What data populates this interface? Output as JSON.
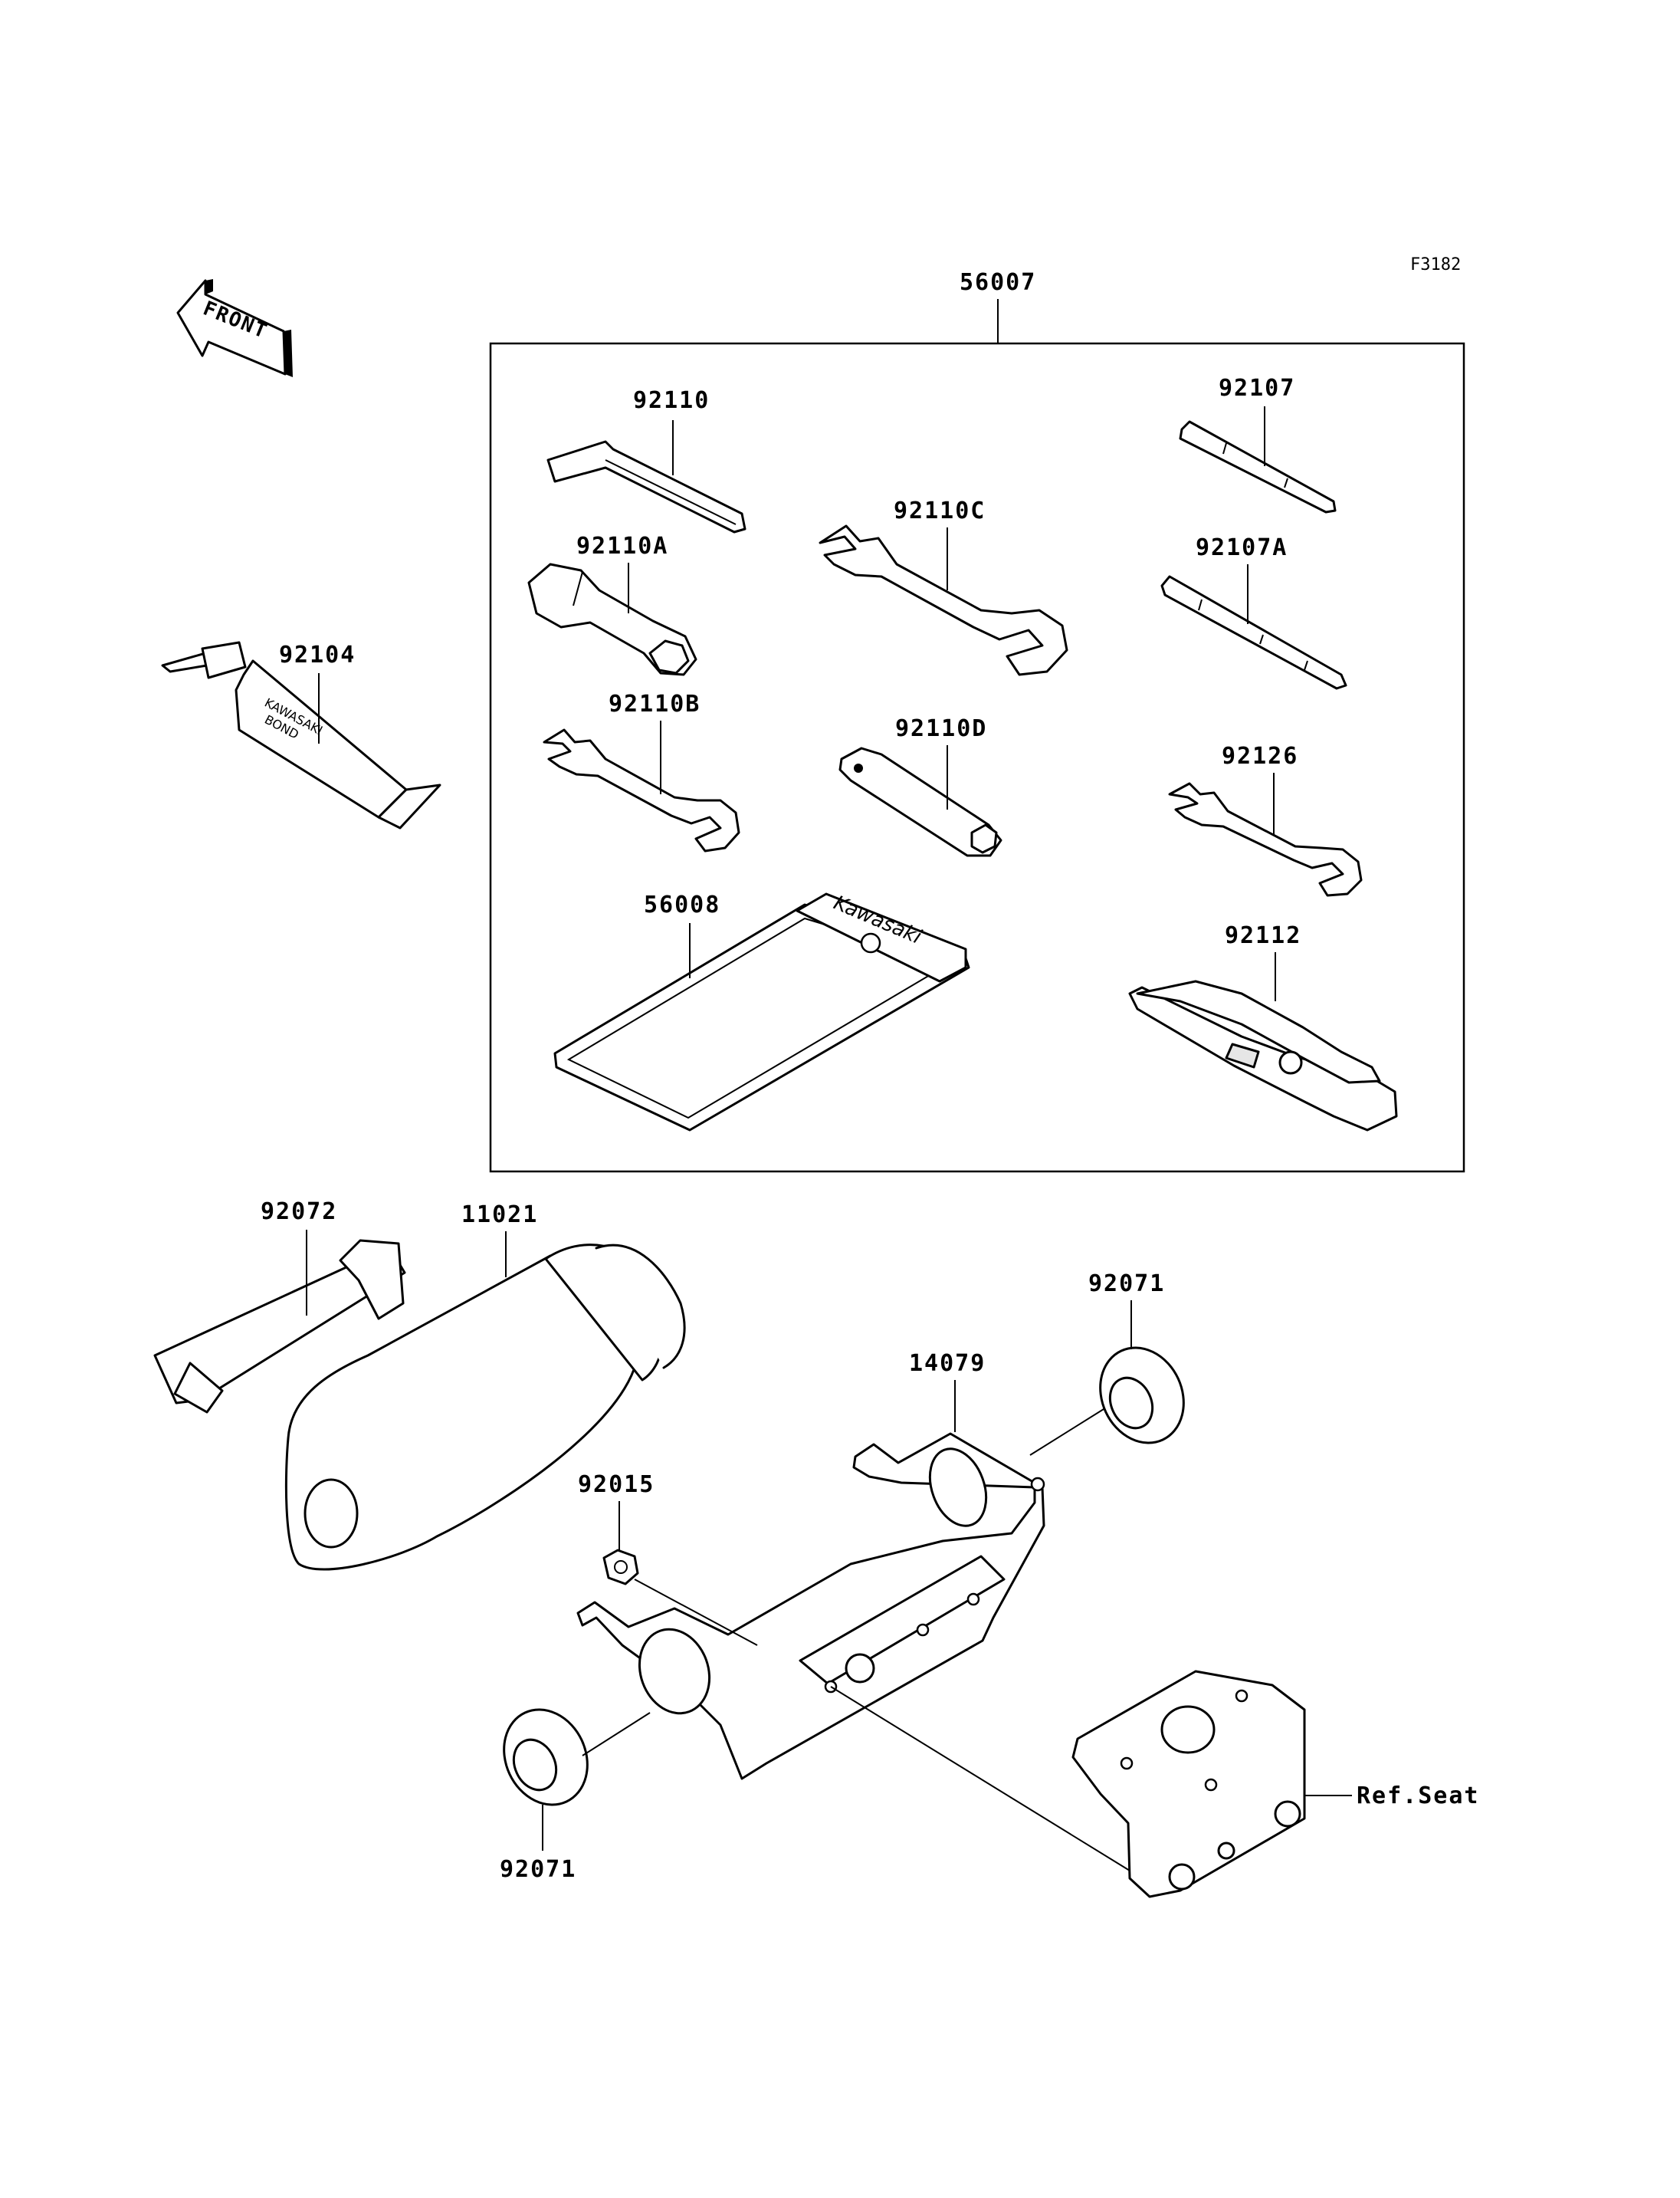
{
  "diagram": {
    "figure_code": "F3182",
    "front_arrow_label": "FRONT",
    "tool_kit_box_label": "56007",
    "labels": {
      "p92110": "92110",
      "p92110A": "92110A",
      "p92110B": "92110B",
      "p92110C": "92110C",
      "p92110D": "92110D",
      "p92107": "92107",
      "p92107A": "92107A",
      "p92126": "92126",
      "p92112": "92112",
      "p56008": "56008",
      "p92104": "92104",
      "p92072": "92072",
      "p11021": "11021",
      "p92071_top": "92071",
      "p14079": "14079",
      "p92015": "92015",
      "p92071_bottom": "92071",
      "ref_seat": "Ref.Seat"
    },
    "pouch_text": "Kawasaki",
    "tube_text_1": "KAWASAKI",
    "tube_text_2": "BOND"
  }
}
